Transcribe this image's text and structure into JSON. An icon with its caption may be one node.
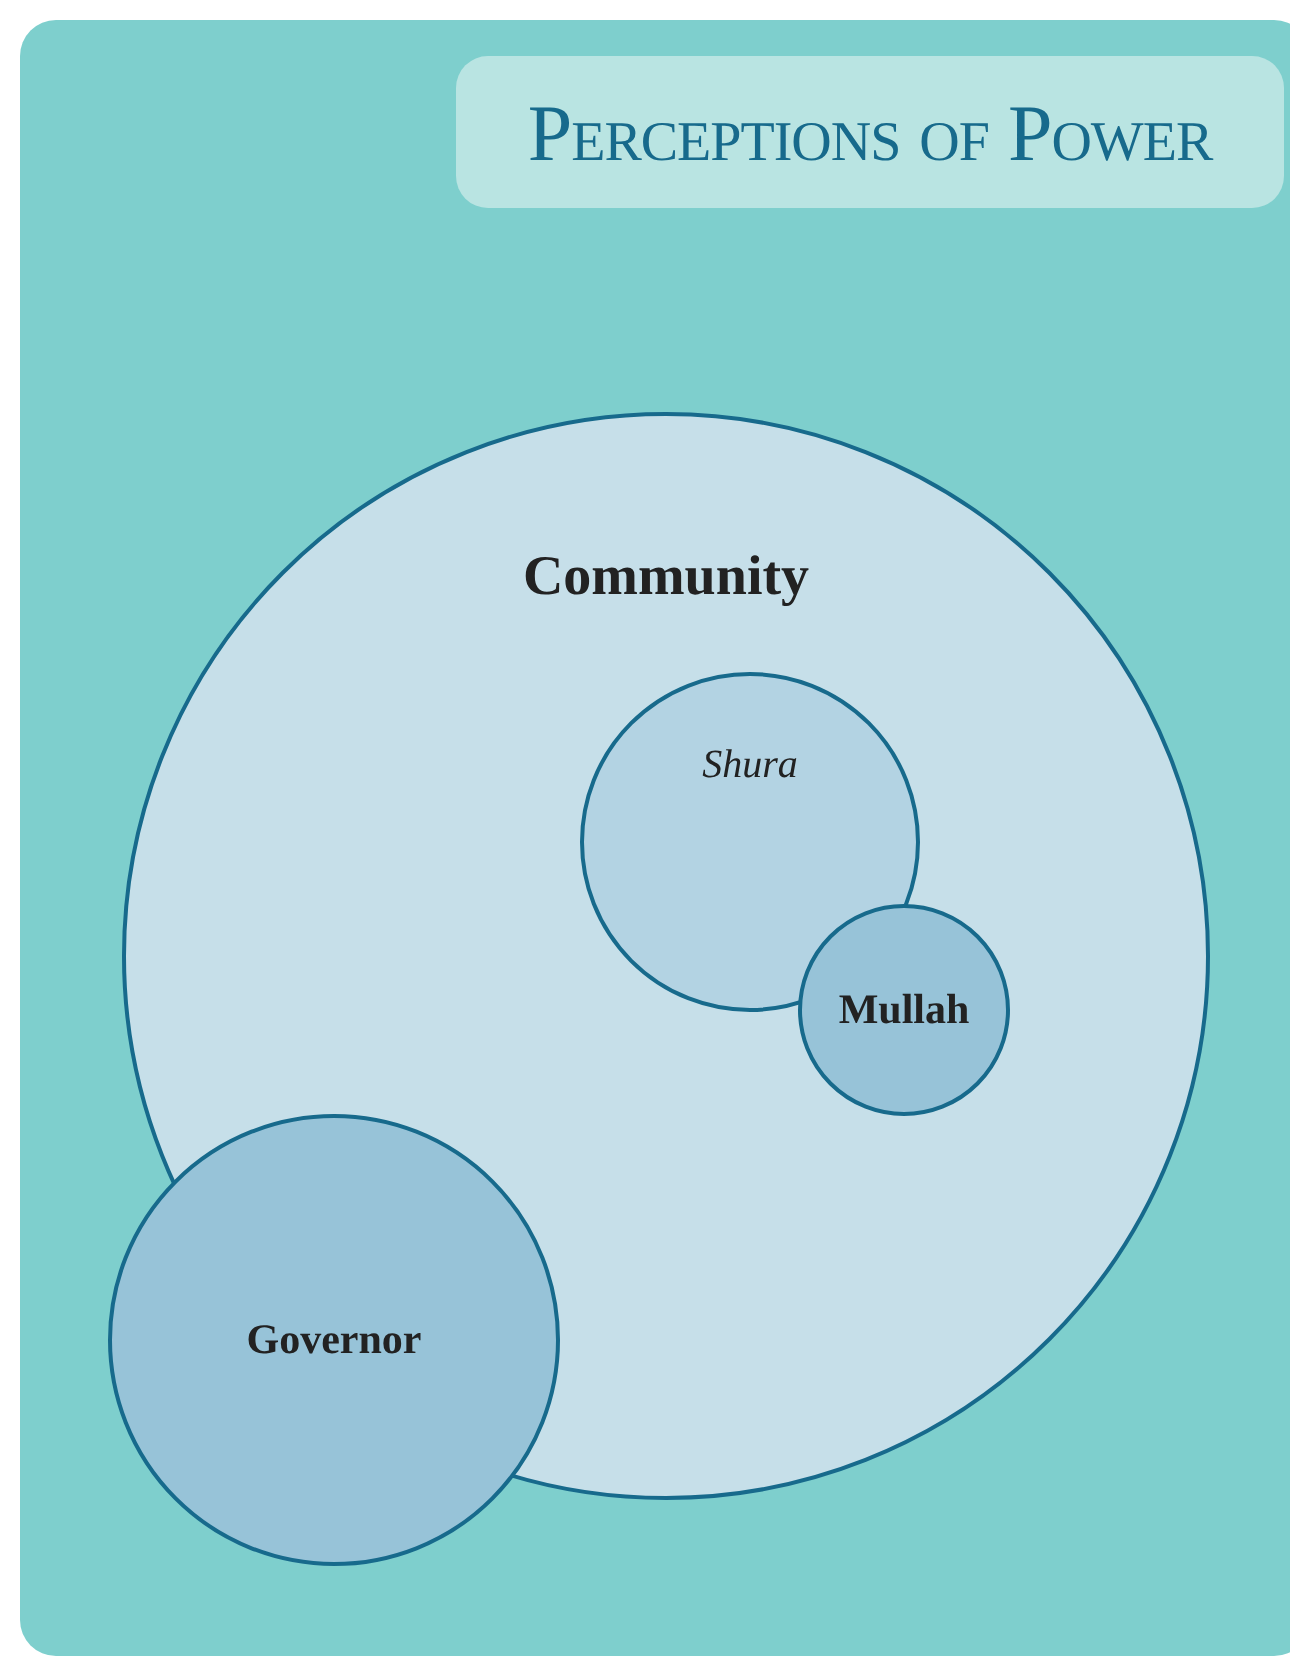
{
  "diagram": {
    "title": "Perceptions of Power",
    "nodes": [
      {
        "text": [
          "Community"
        ]
      },
      {
        "text": [
          "Shura"
        ],
        "in": 0
      },
      {
        "text": [
          "Mullah"
        ],
        "in": 0
      },
      {
        "text": [
          "Governor"
        ]
      }
    ]
  }
}
